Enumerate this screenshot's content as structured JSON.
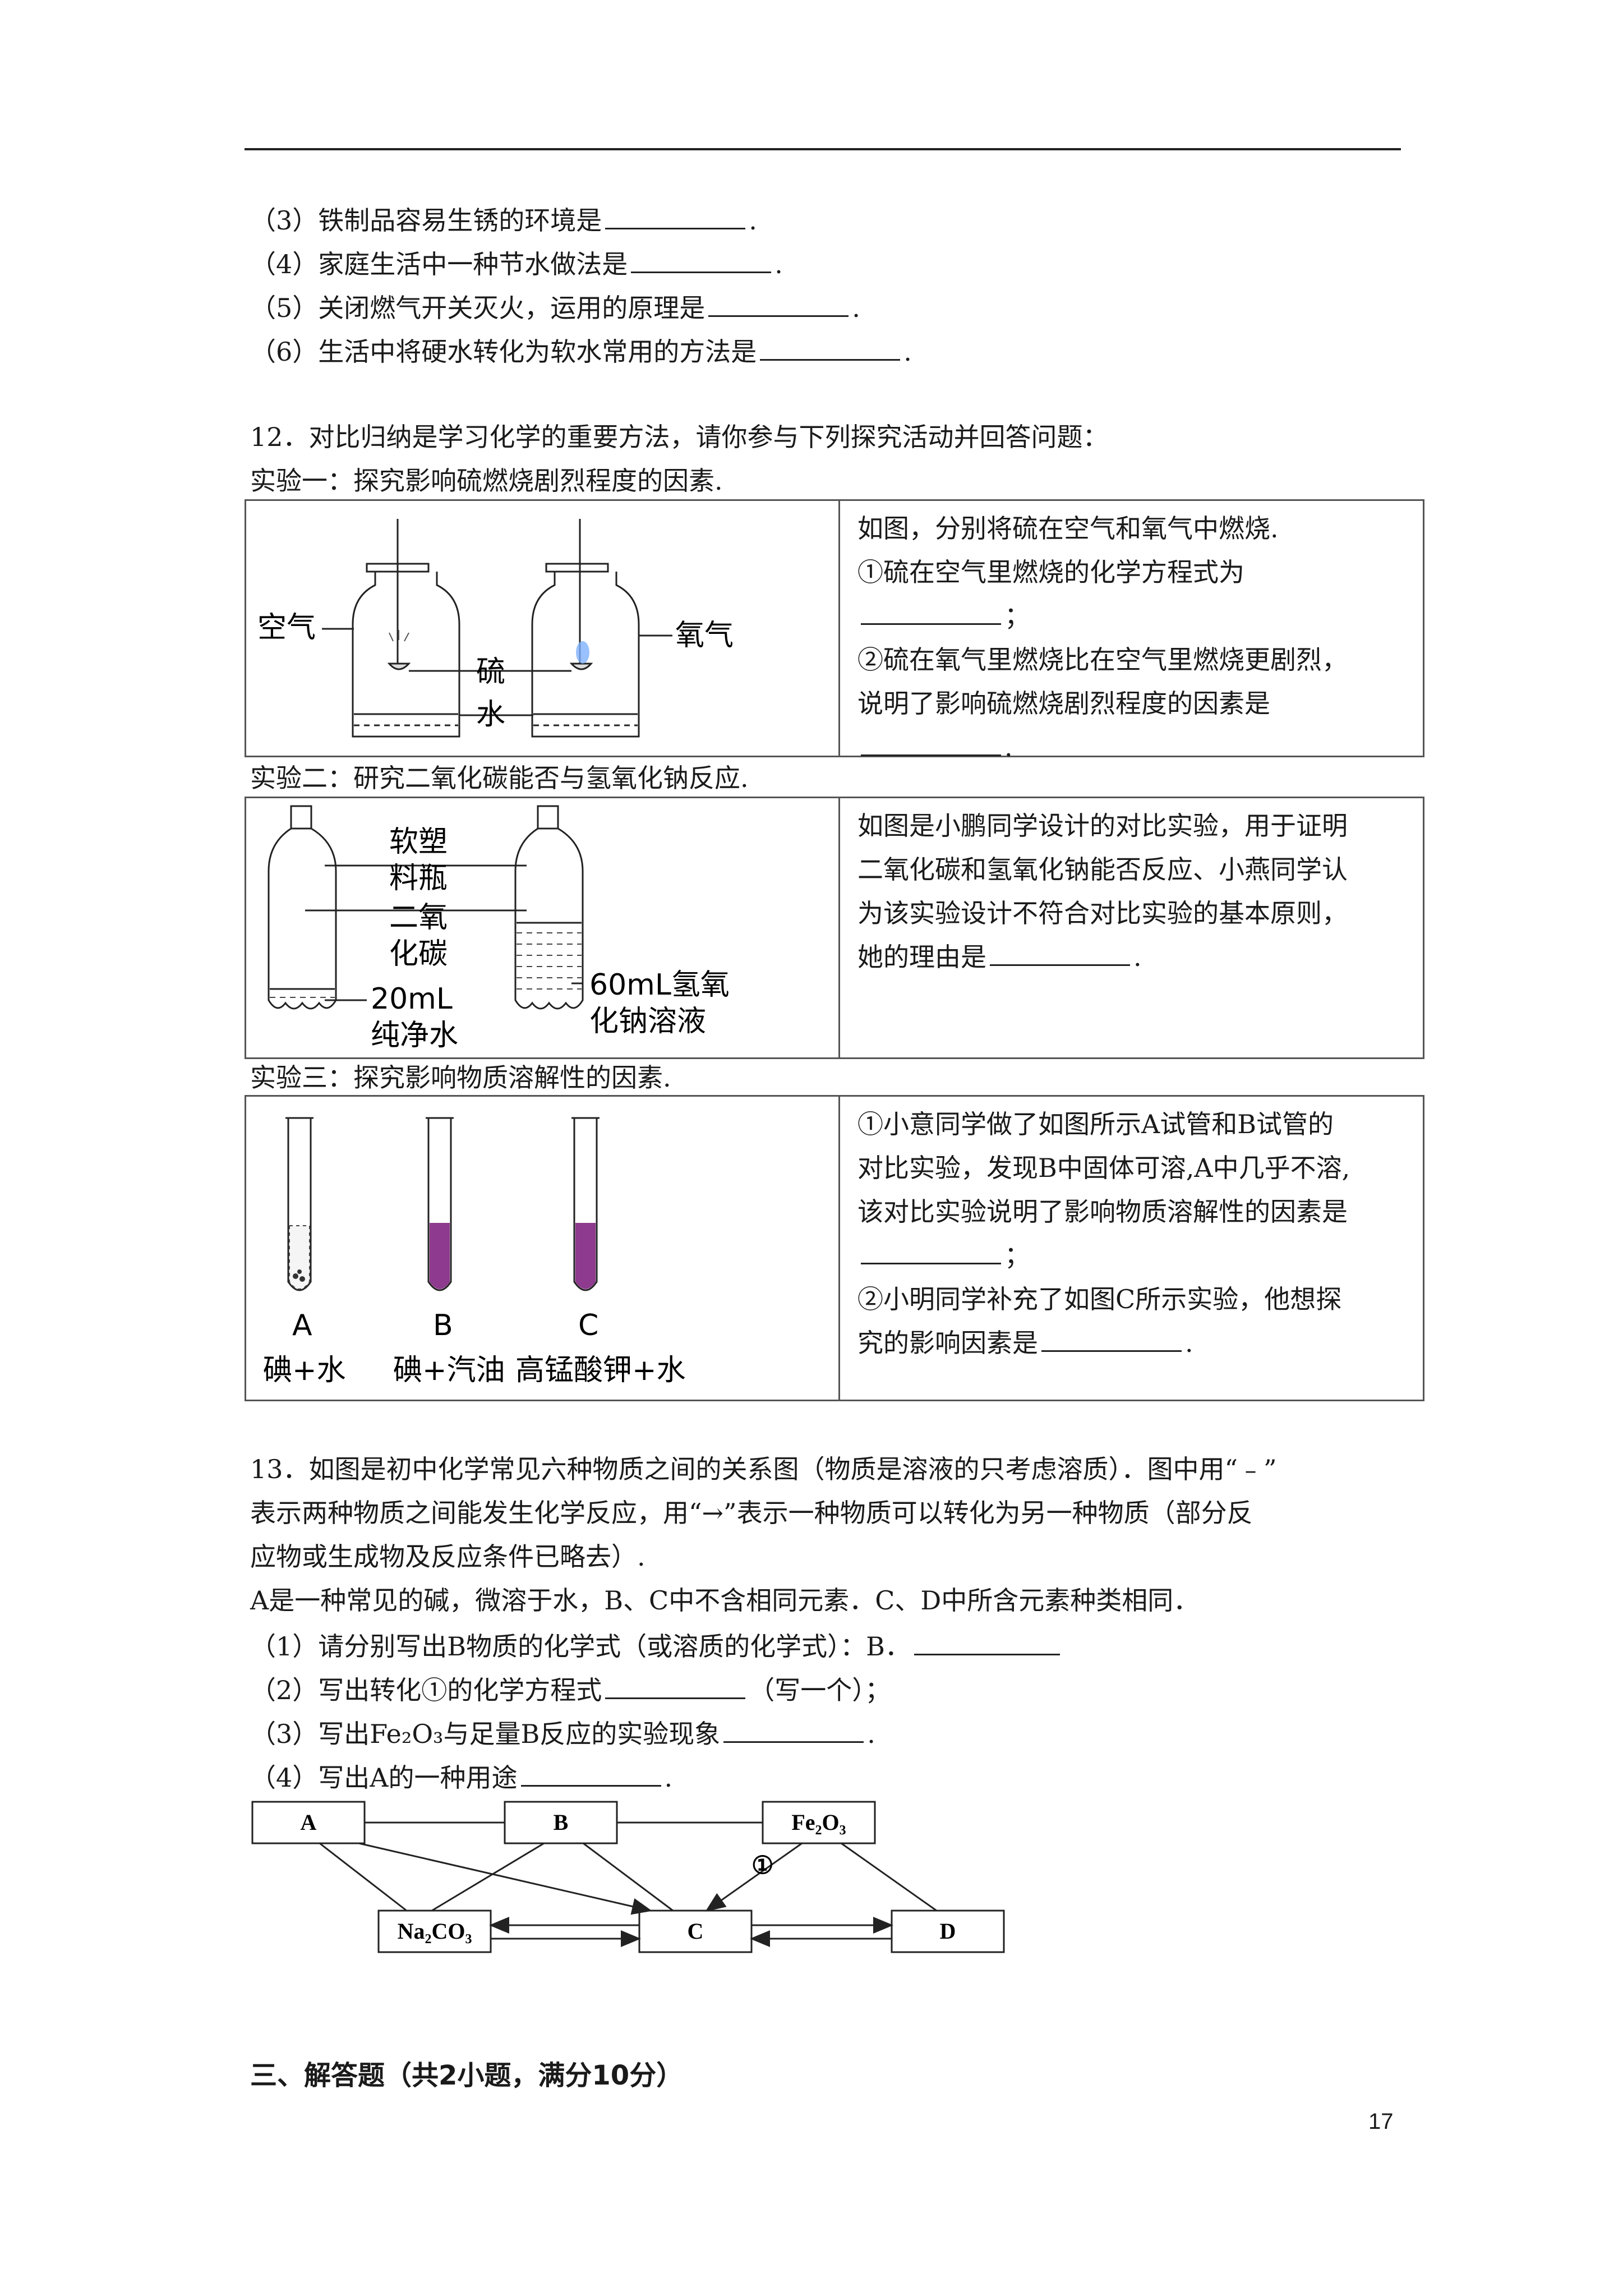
{
  "q11": {
    "p3": "（3）铁制品容易生锈的环境是",
    "p4": "（4）家庭生活中一种节水做法是",
    "p5": "（5）关闭燃气开关灭火，运用的原理是",
    "p6": "（6）生活中将硬水转化为软水常用的方法是",
    "end": "."
  },
  "q12": {
    "stem": "12．对比归纳是学习化学的重要方法，请你参与下列探究活动并回答问题：",
    "exp1": {
      "title": "实验一：探究影响硫燃烧剧烈程度的因素.",
      "fig": {
        "air": "空气",
        "oxygen": "氧气",
        "sulfur": "硫",
        "water": "水"
      },
      "l1": "如图，分别将硫在空气和氧气中燃烧.",
      "l2": "①硫在空气里燃烧的化学方程式为",
      "l3_tail": "；",
      "l4": "②硫在氧气里燃烧比在空气里燃烧更剧烈，",
      "l5": "说明了影响硫燃烧剧烈程度的因素是",
      "l6_tail": "."
    },
    "exp2": {
      "title": "实验二：研究二氧化碳能否与氢氧化钠反应.",
      "fig": {
        "bottle1": "软塑",
        "bottle2": "料瓶",
        "co2_1": "二氧",
        "co2_2": "化碳",
        "water1": "20mL",
        "water2": "纯净水",
        "naoh1": "60mL氢氧",
        "naoh2": "化钠溶液"
      },
      "l1": "如图是小鹏同学设计的对比实验，用于证明",
      "l2": "二氧化碳和氢氧化钠能否反应、小燕同学认",
      "l3": "为该实验设计不符合对比实验的基本原则，",
      "l4": "她的理由是",
      "l4_tail": "."
    },
    "exp3": {
      "title": "实验三：探究影响物质溶解性的因素.",
      "fig": {
        "a": "A",
        "b": "B",
        "c": "C",
        "a_desc": "碘+水",
        "b_desc": "碘+汽油",
        "c_desc": "高锰酸钾+水"
      },
      "l1": "①小意同学做了如图所示A试管和B试管的",
      "l2": "对比实验，发现B中固体可溶,A中几乎不溶,",
      "l3": "该对比实验说明了影响物质溶解性的因素是",
      "l4_tail": "；",
      "l5": "②小明同学补充了如图C所示实验，他想探",
      "l6": "究的影响因素是",
      "l6_tail": "."
    }
  },
  "q13": {
    "l1": "13．如图是初中化学常见六种物质之间的关系图（物质是溶液的只考虑溶质）．图中用“﹣”",
    "l2": "表示两种物质之间能发生化学反应，用“→”表示一种物质可以转化为另一种物质（部分反",
    "l3": "应物或生成物及反应条件已略去）.",
    "l4": "A是一种常见的碱，微溶于水，B、C中不含相同元素．C、D中所含元素种类相同．",
    "s1": "（1）请分别写出B物质的化学式（或溶质的化学式）：B．",
    "s2": "（2）写出转化①的化学方程式",
    "s2_tail": "（写一个）；",
    "s3": "（3）写出Fe₂O₃与足量B反应的实验现象",
    "s4": "（4）写出A的一种用途",
    "diagram": {
      "a": "A",
      "b": "B",
      "fe2o3": "Fe₂O₃",
      "na2co3": "Na₂CO₃",
      "c": "C",
      "d": "D",
      "mark": "①"
    }
  },
  "section3": "三、解答题（共2小题，满分10分）",
  "page_number": "17"
}
